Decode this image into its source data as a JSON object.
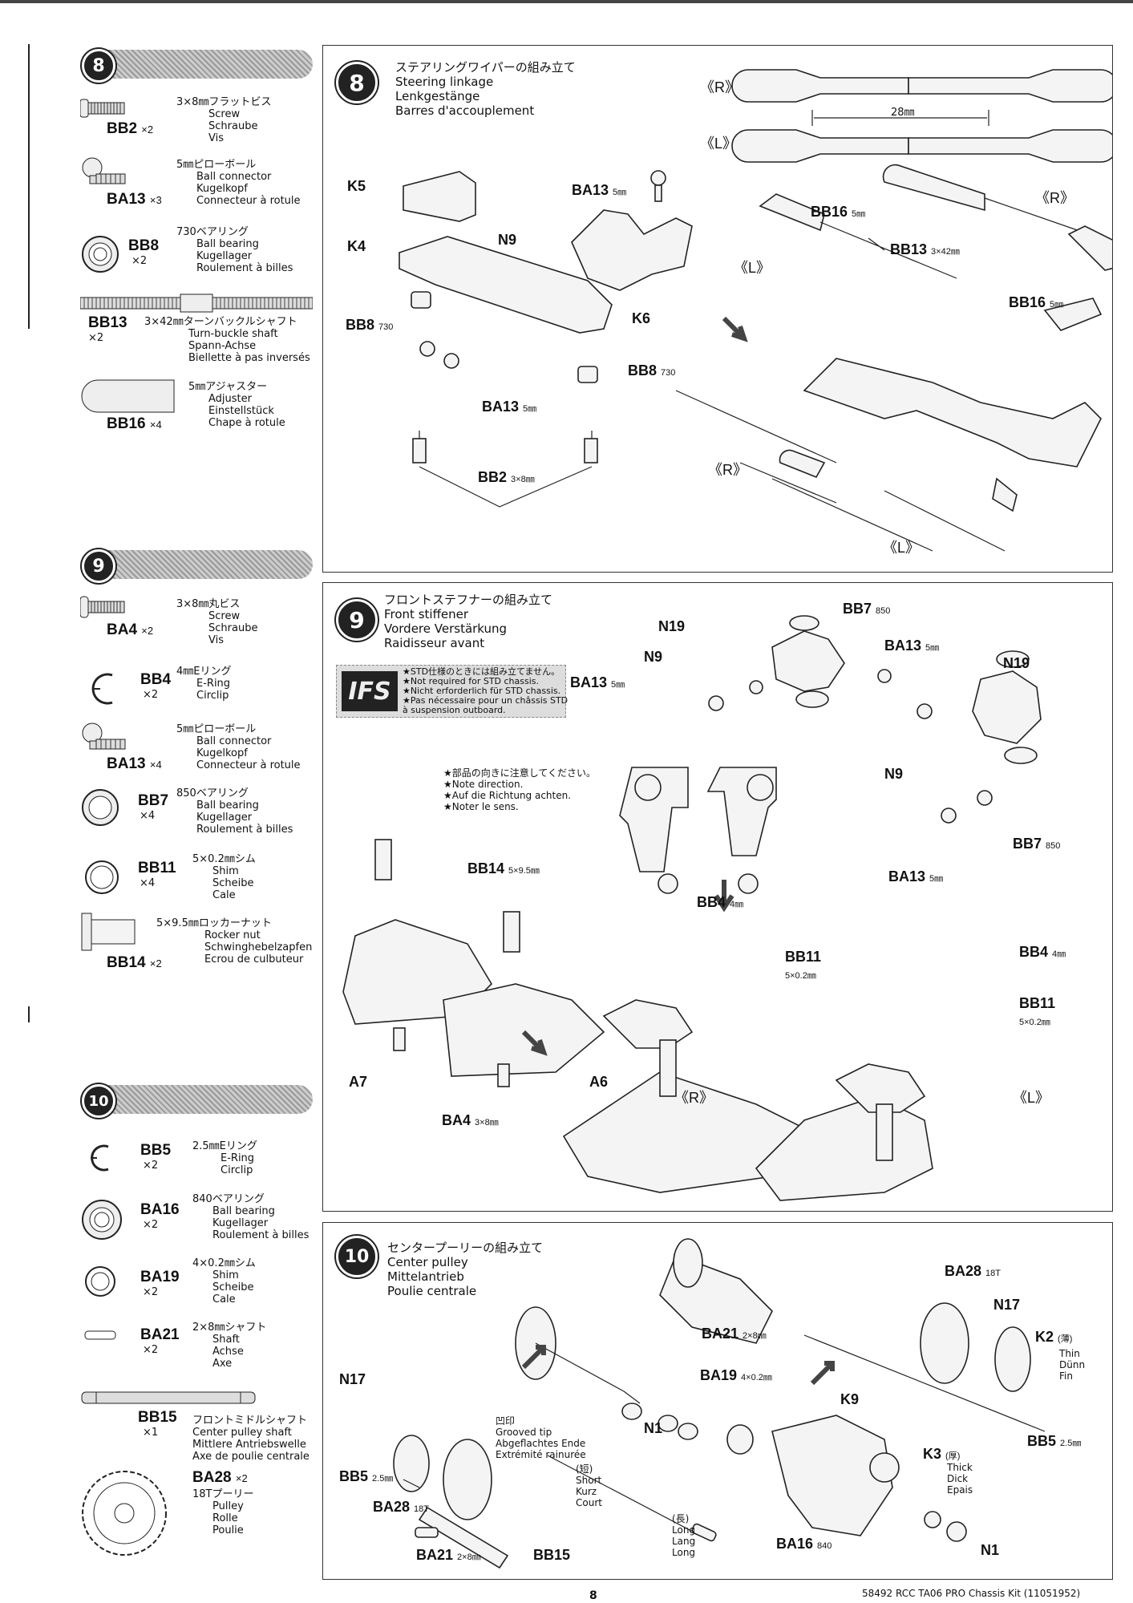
{
  "page": {
    "number": "8",
    "footer": "58492 RCC TA06 PRO Chassis Kit (11051952)"
  },
  "step8": {
    "num": "8",
    "title_jp": "ステアリングワイパーの組み立て",
    "title_en": "Steering linkage",
    "title_de": "Lenkgestänge",
    "title_fr": "Barres d'accouplement",
    "parts": [
      {
        "code": "BB2",
        "qty": "×2",
        "lines": [
          "3×8㎜フラットビス",
          "Screw",
          "Schraube",
          "Vis"
        ]
      },
      {
        "code": "BA13",
        "qty": "×3",
        "lines": [
          "5㎜ピローボール",
          "Ball connector",
          "Kugelkopf",
          "Connecteur à rotule"
        ]
      },
      {
        "code": "BB8",
        "qty": "×2",
        "lines": [
          "730ベアリング",
          "Ball bearing",
          "Kugellager",
          "Roulement à billes"
        ]
      },
      {
        "code": "BB13",
        "qty": "×2",
        "lines": [
          "3×42㎜ターンバックルシャフト",
          "Turn-buckle shaft",
          "Spann-Achse",
          "Biellette à pas inversés"
        ]
      },
      {
        "code": "BB16",
        "qty": "×4",
        "lines": [
          "5㎜アジャスター",
          "Adjuster",
          "Einstellstück",
          "Chape à rotule"
        ]
      }
    ],
    "labels": {
      "k5": "K5",
      "k4": "K4",
      "n9": "N9",
      "ba13a": "BA13",
      "ba13a_size": "5㎜",
      "k6": "K6",
      "bb8a": "BB8",
      "bb8a_size": "730",
      "bb8b": "BB8",
      "bb8b_size": "730",
      "ba13b": "BA13",
      "ba13b_size": "5㎜",
      "bb2": "BB2",
      "bb2_size": "3×8㎜",
      "r1": "《R》",
      "l1": "《L》",
      "dim": "28㎜",
      "bb16a": "BB16",
      "bb16a_size": "5㎜",
      "r2": "《R》",
      "bb13": "BB13",
      "bb13_size": "3×42㎜",
      "l2": "《L》",
      "bb16b": "BB16",
      "bb16b_size": "5㎜",
      "r3": "《R》",
      "l3": "《L》"
    }
  },
  "step9": {
    "num": "9",
    "title_jp": "フロントステフナーの組み立て",
    "title_en": "Front stiffener",
    "title_de": "Vordere Verstärkung",
    "title_fr": "Raidisseur avant",
    "ifs_logo": "IFS",
    "ifs_note": [
      "★STD仕様のときには組み立てません。",
      "★Not required for STD chassis.",
      "★Nicht erforderlich für STD chassis.",
      "★Pas nécessaire pour un châssis STD",
      "à suspension outboard."
    ],
    "direction_note": [
      "★部品の向きに注意してください。",
      "★Note direction.",
      "★Auf die Richtung achten.",
      "★Noter le sens."
    ],
    "parts": [
      {
        "code": "BA4",
        "qty": "×2",
        "lines": [
          "3×8㎜丸ビス",
          "Screw",
          "Schraube",
          "Vis"
        ]
      },
      {
        "code": "BB4",
        "qty": "×2",
        "lines": [
          "4㎜Eリング",
          "E-Ring",
          "Circlip"
        ]
      },
      {
        "code": "BA13",
        "qty": "×4",
        "lines": [
          "5㎜ピローボール",
          "Ball connector",
          "Kugelkopf",
          "Connecteur à rotule"
        ]
      },
      {
        "code": "BB7",
        "qty": "×4",
        "lines": [
          "850ベアリング",
          "Ball bearing",
          "Kugellager",
          "Roulement à billes"
        ]
      },
      {
        "code": "BB11",
        "qty": "×4",
        "lines": [
          "5×0.2㎜シム",
          "Shim",
          "Scheibe",
          "Cale"
        ]
      },
      {
        "code": "BB14",
        "qty": "×2",
        "lines": [
          "5×9.5㎜ロッカーナット",
          "Rocker nut",
          "Schwinghebelzapfen",
          "Ecrou de culbuteur"
        ]
      }
    ],
    "labels": {
      "n19a": "N19",
      "bb7a": "BB7",
      "bb7a_size": "850",
      "n9a": "N9",
      "ba13a": "BA13",
      "ba13a_size": "5㎜",
      "ba13b": "BA13",
      "ba13b_size": "5㎜",
      "n19b": "N19",
      "n9b": "N9",
      "bb7b": "BB7",
      "bb7b_size": "850",
      "ba13c": "BA13",
      "ba13c_size": "5㎜",
      "bb14": "BB14",
      "bb14_size": "5×9.5㎜",
      "bb4a": "BB4",
      "bb4a_size": "4㎜",
      "bb11a": "BB11",
      "bb11a_size": "5×0.2㎜",
      "bb4b": "BB4",
      "bb4b_size": "4㎜",
      "bb11b": "BB11",
      "bb11b_size": "5×0.2㎜",
      "a7": "A7",
      "a6": "A6",
      "ba4": "BA4",
      "ba4_size": "3×8㎜",
      "r": "《R》",
      "l": "《L》"
    }
  },
  "step10": {
    "num": "10",
    "title_jp": "センタープーリーの組み立て",
    "title_en": "Center pulley",
    "title_de": "Mittelantrieb",
    "title_fr": "Poulie centrale",
    "parts": [
      {
        "code": "BB5",
        "qty": "×2",
        "lines": [
          "2.5㎜Eリング",
          "E-Ring",
          "Circlip"
        ]
      },
      {
        "code": "BA16",
        "qty": "×2",
        "lines": [
          "840ベアリング",
          "Ball bearing",
          "Kugellager",
          "Roulement à billes"
        ]
      },
      {
        "code": "BA19",
        "qty": "×2",
        "lines": [
          "4×0.2㎜シム",
          "Shim",
          "Scheibe",
          "Cale"
        ]
      },
      {
        "code": "BA21",
        "qty": "×2",
        "lines": [
          "2×8㎜シャフト",
          "Shaft",
          "Achse",
          "Axe"
        ]
      },
      {
        "code": "BB15",
        "qty": "×1",
        "lines": [
          "フロントミドルシャフト",
          "Center pulley shaft",
          "Mittlere Antriebswelle",
          "Axe de poulie centrale"
        ]
      },
      {
        "code": "BA28",
        "qty": "×2",
        "lines": [
          "18Tプーリー",
          "Pulley",
          "Rolle",
          "Poulie"
        ]
      }
    ],
    "labels": {
      "ba28a": "BA28",
      "ba28a_size": "18T",
      "n17a": "N17",
      "ba21a": "BA21",
      "ba21a_size": "2×8㎜",
      "k2": "K2",
      "k2_jp": "(薄)",
      "thin": [
        "Thin",
        "Dünn",
        "Fin"
      ],
      "ba19": "BA19",
      "ba19_size": "4×0.2㎜",
      "n17b": "N17",
      "k9": "K9",
      "n1a": "N1",
      "bb5a": "BB5",
      "bb5a_size": "2.5㎜",
      "k3": "K3",
      "k3_jp": "(厚)",
      "thick": [
        "Thick",
        "Dick",
        "Epais"
      ],
      "groove": [
        "凹印",
        "Grooved tip",
        "Abgeflachtes Ende",
        "Extrémité rainurée"
      ],
      "short": [
        "(短)",
        "Short",
        "Kurz",
        "Court"
      ],
      "long": [
        "(長)",
        "Long",
        "Lang",
        "Long"
      ],
      "bb5b": "BB5",
      "bb5b_size": "2.5㎜",
      "ba28b": "BA28",
      "ba28b_size": "18T",
      "ba21b": "BA21",
      "ba21b_size": "2×8㎜",
      "bb15": "BB15",
      "ba16": "BA16",
      "ba16_size": "840",
      "n1b": "N1"
    }
  }
}
